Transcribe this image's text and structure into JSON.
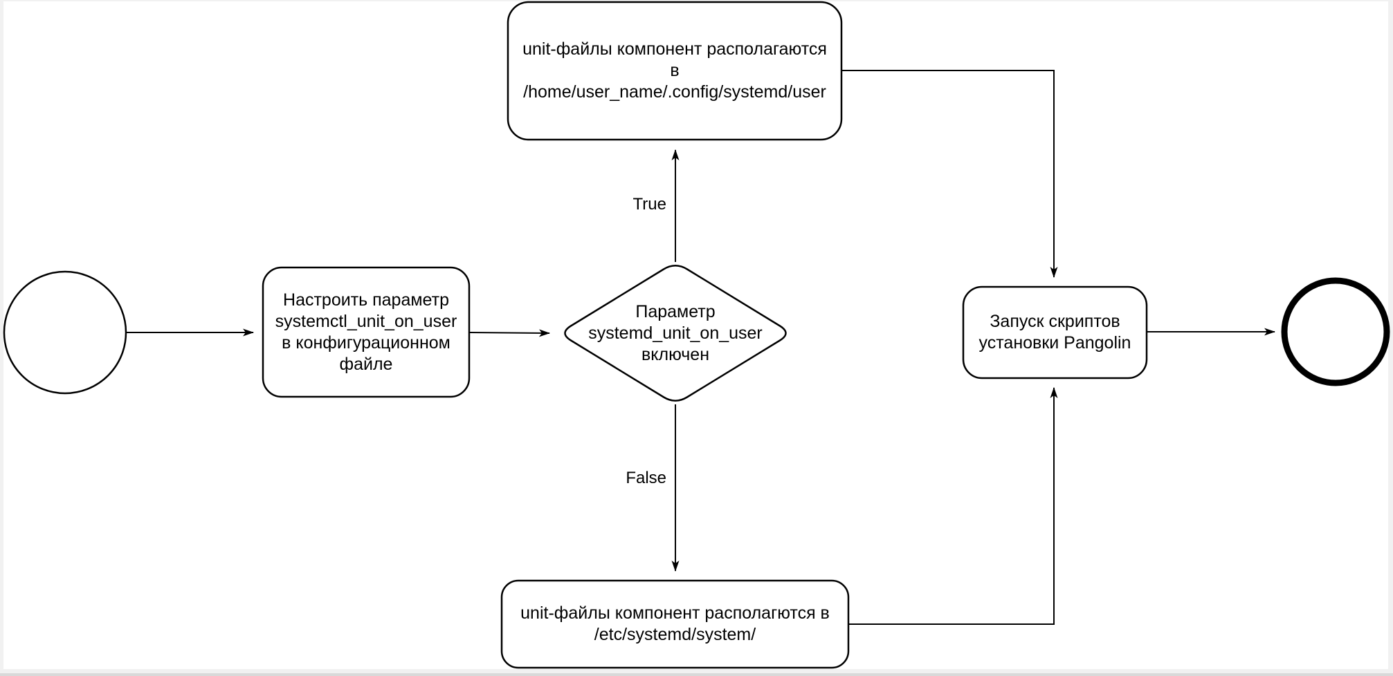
{
  "colors": {
    "stroke": "#000000",
    "fill": "#ffffff",
    "text": "#000000",
    "frame": "#f1f1f1",
    "frame_shadow": "#d9d9d9"
  },
  "flowchart": {
    "configure_node": {
      "lines": [
        "Настроить параметр",
        "systemctl_unit_on_user",
        "в конфигурационном",
        "файле"
      ]
    },
    "decision_node": {
      "lines": [
        "Параметр",
        "systemd_unit_on_user",
        "включен"
      ]
    },
    "user_units_node": {
      "lines": [
        "unit-файлы компонент располагаются",
        "в",
        "/home/user_name/.config/systemd/user"
      ]
    },
    "system_units_node": {
      "lines": [
        "unit-файлы компонент располагются в",
        "/etc/systemd/system/"
      ]
    },
    "run_scripts_node": {
      "lines": [
        "Запуск скриптов",
        "установки Pangolin"
      ]
    },
    "labels": {
      "true_label": "True",
      "false_label": "False"
    }
  }
}
